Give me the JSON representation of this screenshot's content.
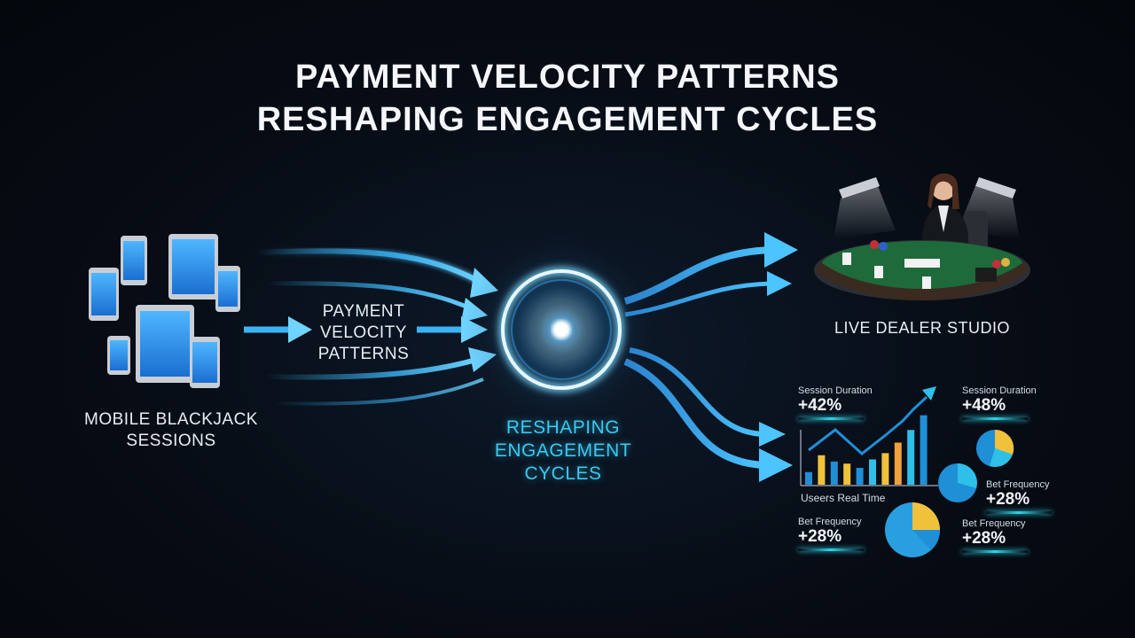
{
  "title": {
    "line1": "PAYMENT VELOCITY PATTERNS",
    "line2": "RESHAPING ENGAGEMENT CYCLES"
  },
  "labels": {
    "mobile_line1": "MOBILE BLACKJACK",
    "mobile_line2": "SESSIONS",
    "payment_line1": "PAYMENT",
    "payment_line2": "VELOCITY",
    "payment_line3": "PATTERNS",
    "reshaping_line1": "RESHAPING",
    "reshaping_line2": "ENGAGEMENT",
    "reshaping_line3": "CYCLES",
    "live_dealer": "LIVE DEALER STUDIO"
  },
  "stats": [
    {
      "caption": "Session Duration",
      "value": "+42%"
    },
    {
      "caption": "Session Duration",
      "value": "+48%"
    },
    {
      "caption": "Bet Frequency",
      "value": "+28%"
    },
    {
      "caption": "Bet Frequency",
      "value": "+28%"
    },
    {
      "caption": "Bet Frequency",
      "value": "+28%"
    }
  ],
  "chart_caption": "Useers Real Time",
  "chart_data": {
    "type": "bar",
    "values": [
      12,
      28,
      22,
      20,
      16,
      24,
      30,
      40,
      52,
      66
    ],
    "colors": [
      "#1f8fd6",
      "#f0c23c",
      "#1f8fd6",
      "#f0c23c",
      "#1f8fd6",
      "#2ec0e8",
      "#f0c23c",
      "#f0a23c",
      "#2ec0e8",
      "#1f8fd6"
    ],
    "ylim": [
      0,
      80
    ]
  },
  "colors": {
    "accent": "#39c9f0",
    "arrow": "#3ab4f5",
    "table_felt": "#1e6a3a"
  }
}
